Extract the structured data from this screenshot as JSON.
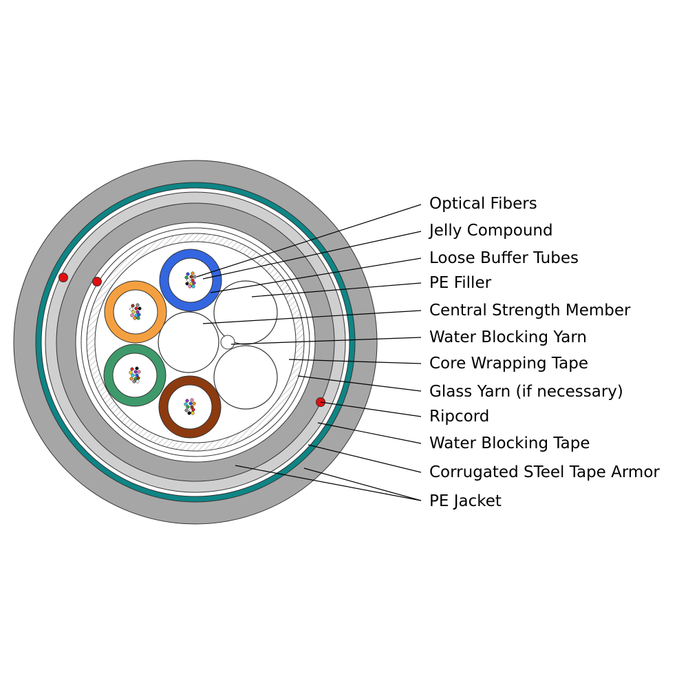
{
  "diagram": {
    "labels": [
      {
        "key": "optical_fibers",
        "text": "Optical Fibers"
      },
      {
        "key": "jelly_compound",
        "text": "Jelly Compound"
      },
      {
        "key": "loose_buffer_tubes",
        "text": "Loose Buffer Tubes"
      },
      {
        "key": "pe_filler",
        "text": "PE Filler"
      },
      {
        "key": "central_strength_member",
        "text": "Central Strength Member"
      },
      {
        "key": "water_blocking_yarn",
        "text": "Water Blocking Yarn"
      },
      {
        "key": "core_wrapping_tape",
        "text": "Core Wrapping Tape"
      },
      {
        "key": "glass_yarn",
        "text": "Glass Yarn (if necessary)"
      },
      {
        "key": "ripcord",
        "text": "Ripcord"
      },
      {
        "key": "water_blocking_tape",
        "text": "Water Blocking Tape"
      },
      {
        "key": "corrugated_steel_tape_armor",
        "text": "Corrugated STeel Tape Armor"
      },
      {
        "key": "pe_jacket",
        "text": "PE Jacket"
      }
    ],
    "colors": {
      "jacket_gray": "#a6a6a6",
      "armor_teal": "#0f8585",
      "tube_blue": "#3366e0",
      "tube_orange": "#f5a040",
      "tube_green": "#3e9a6a",
      "tube_brown": "#8c3a10",
      "ripcord_red": "#e01010",
      "core_hatch": "#d8d8d8"
    }
  }
}
